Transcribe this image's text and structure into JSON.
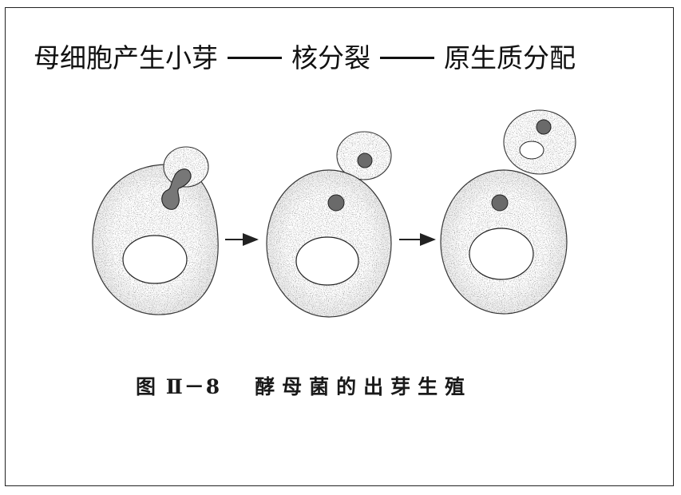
{
  "heading": {
    "stage1": "母细胞产生小芽",
    "stage2": "核分裂",
    "stage3": "原生质分配"
  },
  "caption": {
    "figure_number": "图 Ⅱ－8",
    "title": "酵母菌的出芽生殖"
  },
  "colors": {
    "ink": "#1a1a1a",
    "stipple": "#555555",
    "background": "#ffffff"
  }
}
